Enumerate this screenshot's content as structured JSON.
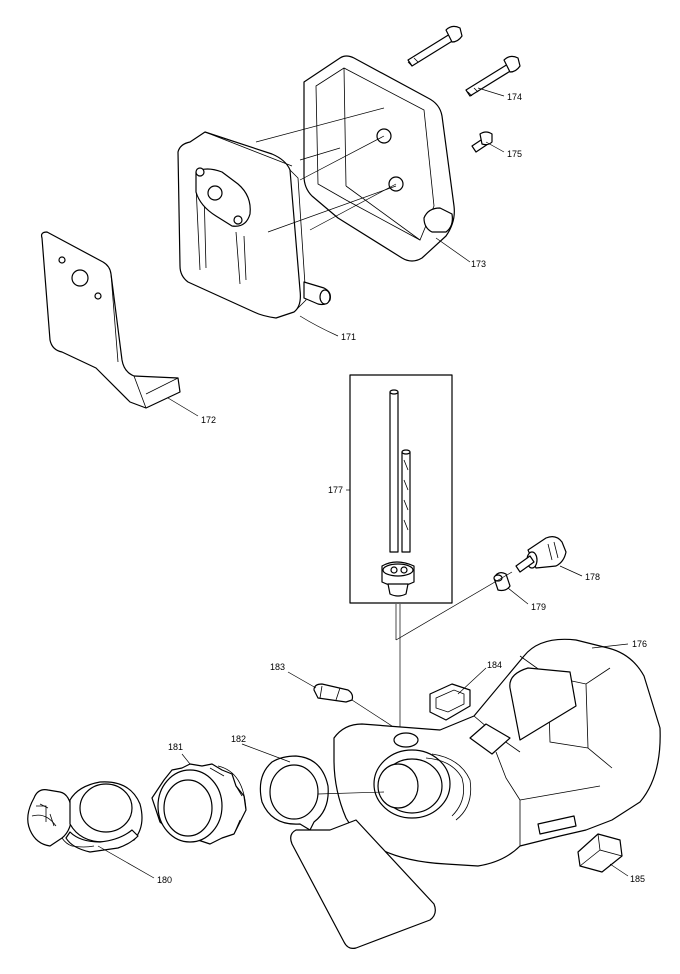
{
  "diagram": {
    "parts": [
      {
        "id": "p171",
        "number": "171"
      },
      {
        "id": "p172",
        "number": "172"
      },
      {
        "id": "p173",
        "number": "173"
      },
      {
        "id": "p174",
        "number": "174"
      },
      {
        "id": "p175",
        "number": "175"
      },
      {
        "id": "p176",
        "number": "176"
      },
      {
        "id": "p177",
        "number": "177"
      },
      {
        "id": "p178",
        "number": "178"
      },
      {
        "id": "p179",
        "number": "179"
      },
      {
        "id": "p180",
        "number": "180"
      },
      {
        "id": "p181",
        "number": "181"
      },
      {
        "id": "p182",
        "number": "182"
      },
      {
        "id": "p183",
        "number": "183"
      },
      {
        "id": "p184",
        "number": "184"
      },
      {
        "id": "p185",
        "number": "185"
      }
    ]
  }
}
